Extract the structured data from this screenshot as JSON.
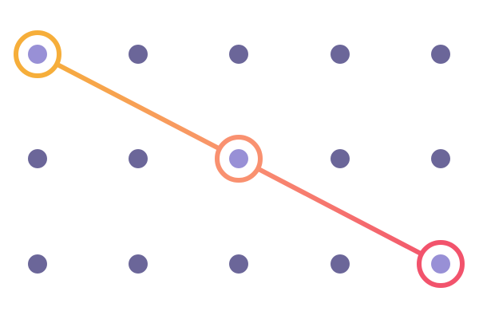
{
  "pattern_lock": {
    "rows": 3,
    "cols": 5,
    "selected_sequence": [
      {
        "row": 0,
        "col": 0
      },
      {
        "row": 1,
        "col": 2
      },
      {
        "row": 2,
        "col": 4
      }
    ],
    "colors": {
      "dot": "#6B6699",
      "selected_dot": "#9890D6",
      "gradient_start": "#F6AE3A",
      "gradient_mid": "#F99170",
      "gradient_end": "#F2536C"
    }
  }
}
